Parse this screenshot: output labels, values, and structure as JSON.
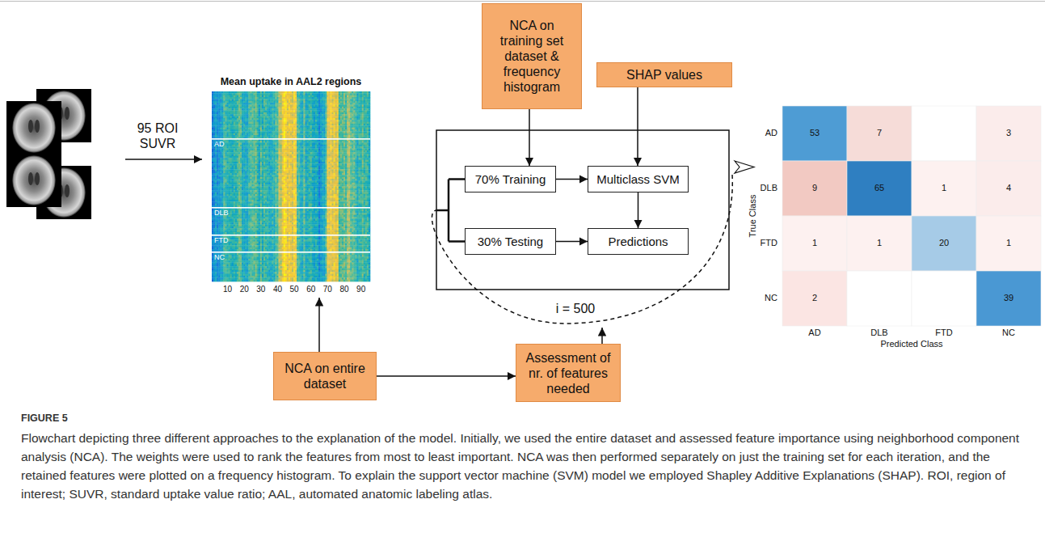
{
  "diagram": {
    "caption": "Flowchart depicting three different approaches to the explanation of the model. Initially, we used the entire dataset and assessed feature importance using neighborhood component analysis (NCA). The weights were used to rank the features from most to least important. NCA was then performed separately on just the training set for each iteration, and the retained features were plotted on a frequency histogram. To explain the support vector machine (SVM) model we employed Shapley Additive Explanations (SHAP). ROI, region of interest; SUVR, standard uptake value ratio; AAL, automated anatomic labeling atlas.",
    "nodes": [
      {
        "text": [
          "Mean uptake in AAL2 regions"
        ]
      },
      {
        "text": [
          "NCA on training set dataset & frequency histogram"
        ]
      },
      {
        "text": [
          "SHAP values"
        ]
      },
      {
        "text": [
          "70% Training"
        ]
      },
      {
        "text": [
          "Multiclass SVM"
        ]
      },
      {
        "text": [
          "30% Testing"
        ]
      },
      {
        "text": [
          "Predictions"
        ]
      },
      {
        "text": [
          "NCA on entire dataset"
        ]
      },
      {
        "text": [
          "Assessment of nr. of features needed"
        ]
      }
    ],
    "edges": [
      {
        "from": 1,
        "to": 3,
        "arrow": "to"
      },
      {
        "from": 2,
        "to": 4,
        "arrow": "to"
      },
      {
        "from": 3,
        "to": 4,
        "arrow": "to"
      },
      {
        "from": 4,
        "to": 6,
        "arrow": "to"
      },
      {
        "from": 5,
        "to": 6,
        "arrow": "to"
      },
      {
        "from": 7,
        "to": 0,
        "arrow": "to"
      },
      {
        "from": 7,
        "to": 8,
        "arrow": "to"
      }
    ],
    "labels": [
      "95 ROI SUVR",
      "AD",
      "DLB",
      "FTD",
      "NC",
      "10",
      "20",
      "30",
      "40",
      "50",
      "60",
      "70",
      "80",
      "90",
      "i = 500",
      "AD",
      "DLB",
      "FTD",
      "NC",
      "True Class",
      "53",
      "7",
      "3",
      "9",
      "65",
      "1",
      "4",
      "1",
      "1",
      "20",
      "1",
      "2",
      "39",
      "AD",
      "DLB",
      "FTD",
      "NC",
      "Predicted Class",
      "FIGURE 5"
    ]
  }
}
